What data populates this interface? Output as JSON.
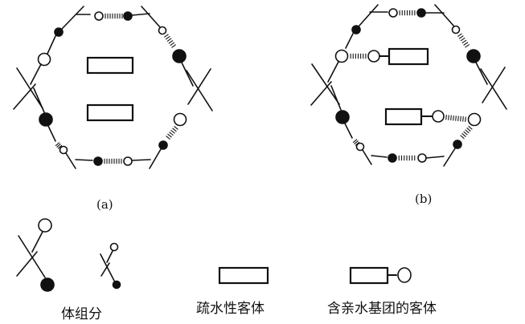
{
  "panels": {
    "a": {
      "label": "(a)"
    },
    "b": {
      "label": "(b)"
    }
  },
  "legend": {
    "host_component": "体组分",
    "hydrophobic_guest": "疏水性客体",
    "hydrophilic_guest": "含亲水基团的客体"
  },
  "colors": {
    "ink": "#111111",
    "background": "#ffffff"
  }
}
